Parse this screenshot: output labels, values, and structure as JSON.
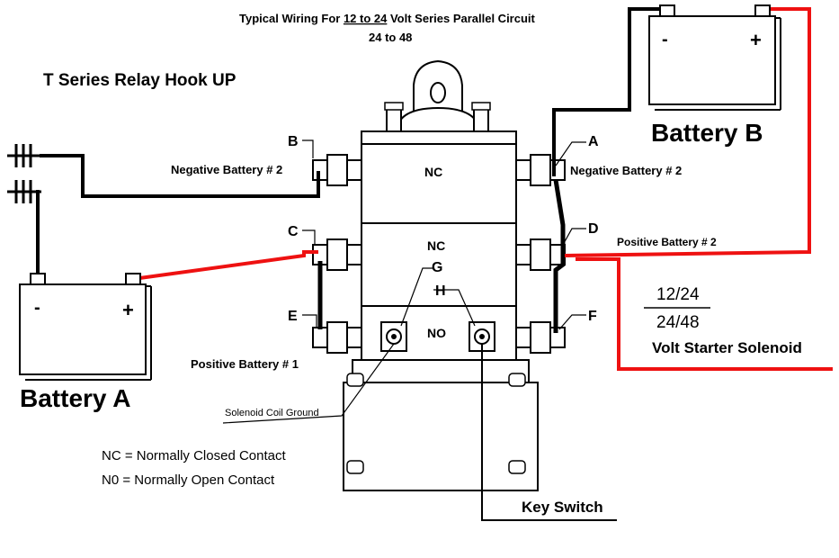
{
  "header": {
    "line1_prefix": "Typical Wiring For ",
    "line1_ratio": "12 to 24",
    "line1_suffix": " Volt Series Parallel Circuit",
    "line2": "24 to 48"
  },
  "relay_title": "T Series Relay Hook UP",
  "batteries": {
    "a": {
      "label": "Battery A",
      "minus": "-",
      "plus": "+"
    },
    "b": {
      "label": "Battery B",
      "minus": "-",
      "plus": "+"
    }
  },
  "terminals": {
    "a": "A",
    "b": "B",
    "c": "C",
    "d": "D",
    "e": "E",
    "f": "F",
    "g": "G",
    "h": "H"
  },
  "contacts": {
    "top": "NC",
    "middle": "NC",
    "bottom": "NO"
  },
  "labels": {
    "neg_batt2_left": "Negative Battery # 2",
    "neg_batt2_right": "Negative Battery # 2",
    "pos_batt2": "Positive Battery # 2",
    "pos_batt1": "Positive Battery # 1",
    "coil_ground": "Solenoid Coil Ground",
    "key_switch": "Key Switch"
  },
  "solenoid": {
    "top": "12/24",
    "bottom": "24/48",
    "caption": "Volt Starter Solenoid"
  },
  "legend": {
    "nc": "NC = Normally Closed Contact",
    "no": "N0 = Normally Open Contact"
  },
  "colors": {
    "positive_wire": "#ee1111",
    "negative_wire": "#000000"
  }
}
